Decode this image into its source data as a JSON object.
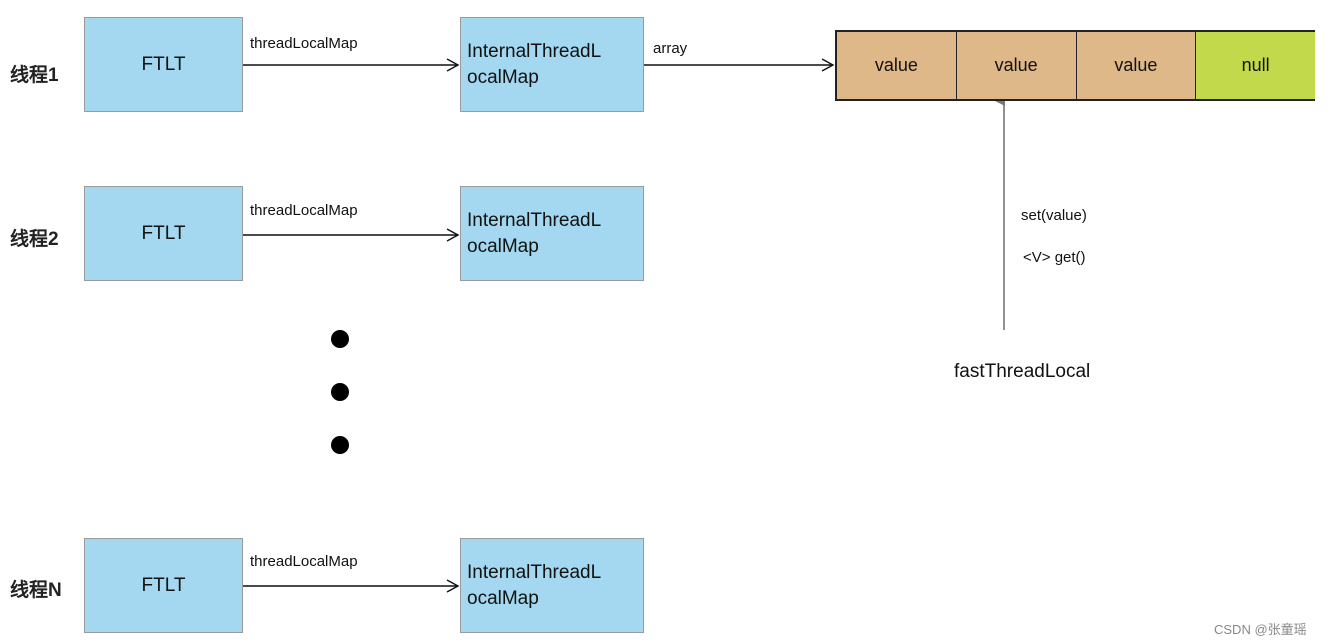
{
  "threads": [
    {
      "label": "线程1",
      "ftlt": "FTLT",
      "edge": "threadLocalMap",
      "map_line1": "InternalThreadL",
      "map_line2": "ocalMap"
    },
    {
      "label": "线程2",
      "ftlt": "FTLT",
      "edge": "threadLocalMap",
      "map_line1": "InternalThreadL",
      "map_line2": "ocalMap"
    },
    {
      "label": "线程N",
      "ftlt": "FTLT",
      "edge": "threadLocalMap",
      "map_line1": "InternalThreadL",
      "map_line2": "ocalMap"
    }
  ],
  "array_edge": "array",
  "array_cells": [
    "value",
    "value",
    "value",
    "null"
  ],
  "ops": {
    "set": "set(value)",
    "get": "<V> get()"
  },
  "fast_thread_local": "fastThreadLocal",
  "watermark": "CSDN @张童瑶",
  "colors": {
    "box": "#a3d8f0",
    "value_cell": "#deb888",
    "null_cell": "#c3d94c"
  }
}
